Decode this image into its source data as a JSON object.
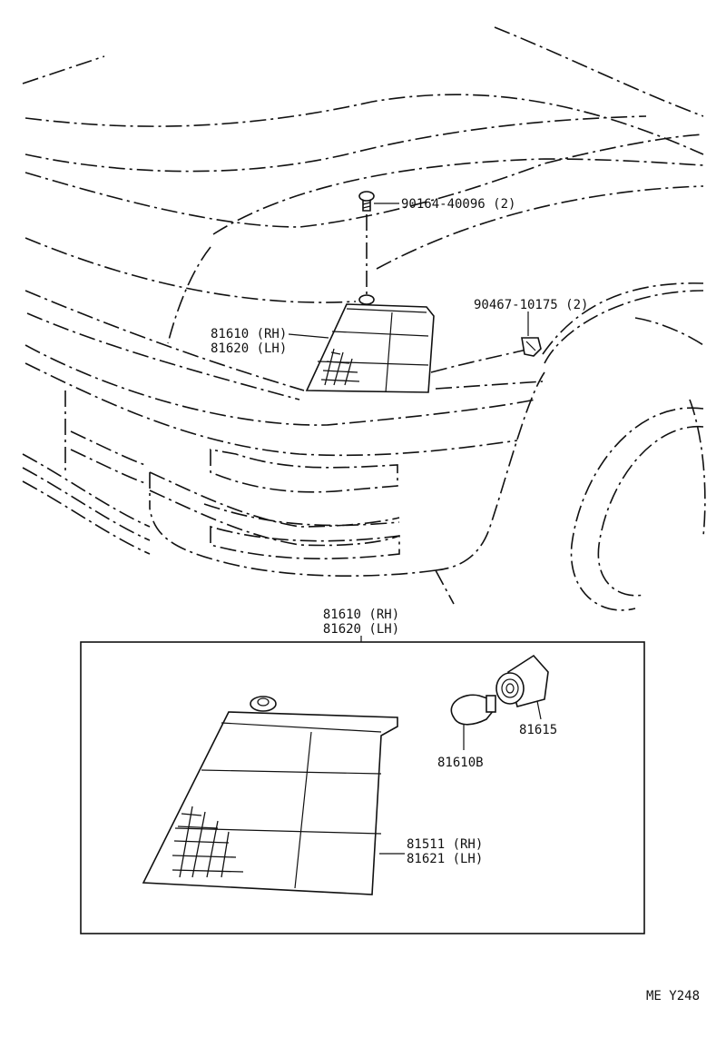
{
  "callouts": {
    "screw": "90164-40096 (2)",
    "socket_top": "90467-10175 (2)",
    "lamp_assy_rh": "81610 (RH)",
    "lamp_assy_lh": "81620 (LH)",
    "detail_header_rh": "81610 (RH)",
    "detail_header_lh": "81620 (LH)",
    "socket": "81615",
    "bulb": "81610B",
    "lens_rh": "81511 (RH)",
    "lens_lh": "81621 (LH)"
  },
  "figure_code": "ME  Y248"
}
